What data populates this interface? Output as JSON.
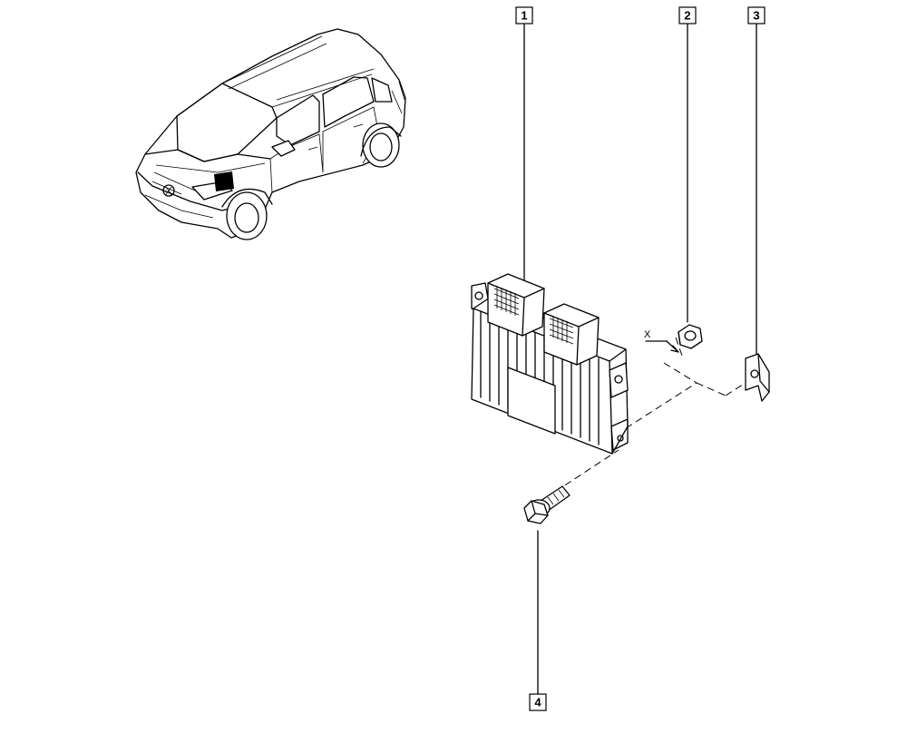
{
  "callouts": [
    {
      "id": "1",
      "label": "1"
    },
    {
      "id": "2",
      "label": "2"
    },
    {
      "id": "3",
      "label": "3"
    },
    {
      "id": "4",
      "label": "4"
    }
  ],
  "annotations": {
    "x_marker": "X"
  }
}
